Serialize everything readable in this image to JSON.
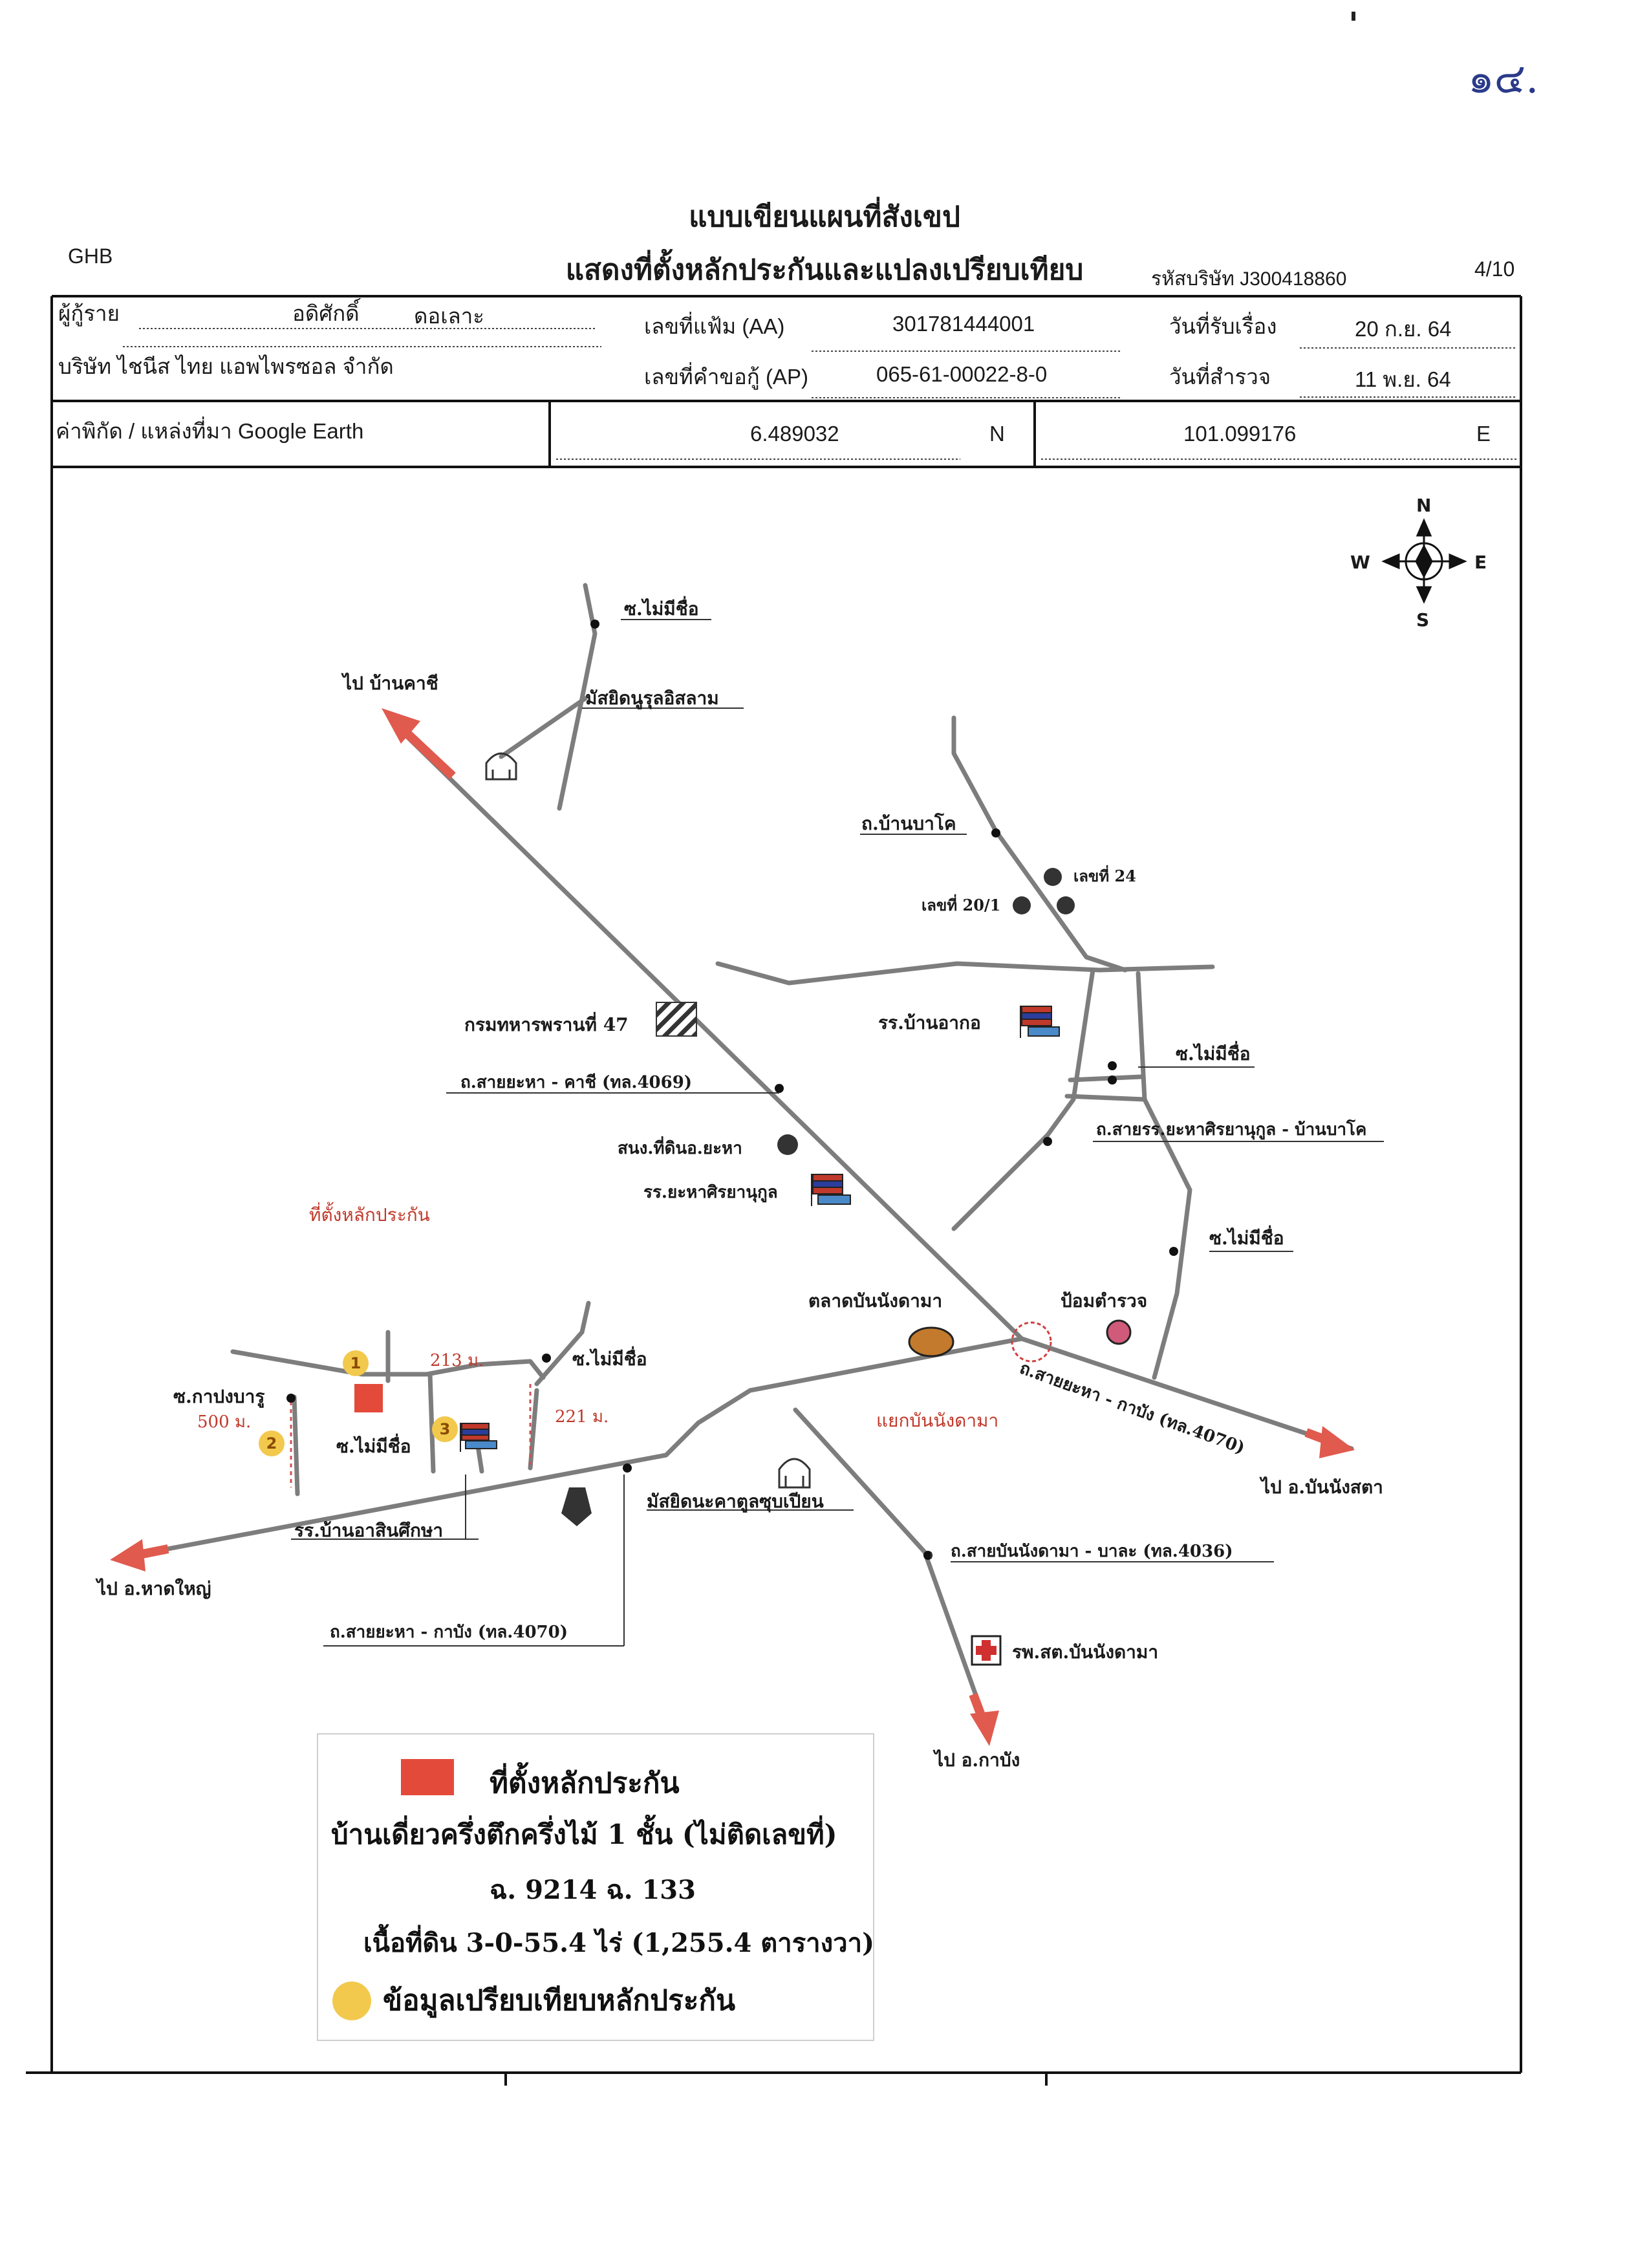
{
  "page_number": "๑๔.",
  "header": {
    "title_line1": "แบบเขียนแผนที่สังเขป",
    "title_line2": "แสดงที่ตั้งหลักประกันและแปลงเปรียบเทียบ",
    "ghb": "GHB",
    "company_code": "รหัสบริษัท J300418860",
    "page_count": "4/10"
  },
  "form": {
    "borrower_label": "ผู้กู้ราย",
    "borrower_first": "อดิศักดิ์",
    "borrower_last": "ดอเลาะ",
    "file_no_label": "เลขที่แฟ้ม (AA)",
    "file_no": "301781444001",
    "received_label": "วันที่รับเรื่อง",
    "received_date": "20 ก.ย. 64",
    "company": "บริษัท ไชนีส ไทย แอพไพรซอล จำกัด",
    "request_no_label": "เลขที่คำขอกู้ (AP)",
    "request_no": "065-61-00022-8-0",
    "survey_label": "วันที่สำรวจ",
    "survey_date": "11 พ.ย. 64",
    "coord_label": "ค่าพิกัด / แหล่งที่มา Google Earth",
    "lat": "6.489032",
    "lat_dir": "N",
    "lon": "101.099176",
    "lon_dir": "E"
  },
  "compass": {
    "n": "N",
    "s": "S",
    "e": "E",
    "w": "W"
  },
  "map_labels": {
    "unnamed_soi_top": "ซ.ไม่มีชื่อ",
    "to_ban_kha_si": "ไป บ้านคาชี",
    "mosque_nurul": "มัสยิดนูรุลอิสลาม",
    "ban_bako_road": "ถ.บ้านบาโค",
    "no_24": "เลขที่ 24",
    "no_20_1": "เลขที่ 20/1",
    "ranger_47": "กรมทหารพรานที่ 47",
    "school_ban_akor": "รร.บ้านอากอ",
    "unnamed_soi_2": "ซ.ไม่มีชื่อ",
    "road_4069": "ถ.สายยะหา - คาชี (ทล.4069)",
    "road_school_bako": "ถ.สายรร.ยะหาศิรยานุกูล - บ้านบาโค",
    "land_office": "สนง.ที่ดินอ.ยะหา",
    "school_yaha": "รร.ยะหาศิรยานุกูล",
    "collateral_location": "ที่ตั้งหลักประกัน",
    "unnamed_soi_3": "ซ.ไม่มีชื่อ",
    "market": "ตลาดบันนังดามา",
    "police_box": "ป้อมตำรวจ",
    "road_4070_east": "ถ.สายยะหา - กาบัง (ทล.4070)",
    "to_bannang_sata": "ไป อ.บันนังสตา",
    "junction": "แยกบันนังดามา",
    "dist_213": "213 ม.",
    "unnamed_soi_4": "ซ.ไม่มีชื่อ",
    "soi_kapongburu": "ซ.กาปงบารู",
    "dist_500": "500 ม.",
    "dist_221": "221 ม.",
    "unnamed_soi_5": "ซ.ไม่มีชื่อ",
    "marker1": "1",
    "marker2": "2",
    "marker3": "3",
    "mosque_kotabu": "มัสยิดนะคาตูลซุบเปียน",
    "school_ban_asin": "รร.บ้านอาสินศึกษา",
    "road_4036": "ถ.สายบันนังดามา - บาละ (ทล.4036)",
    "to_hat_yai": "ไป อ.หาดใหญ่",
    "road_4070_west": "ถ.สายยะหา - กาบัง (ทล.4070)",
    "hospital": "รพ.สต.บันนังดามา",
    "to_kabang": "ไป อ.กาบัง"
  },
  "legend": {
    "line1": "ที่ตั้งหลักประกัน",
    "line2": "บ้านเดี่ยวครึ่งตึกครึ่งไม้ 1 ชั้น (ไม่ติดเลขที่)",
    "line3": "ฉ. 9214   ฉ. 133",
    "line4": "เนื้อที่ดิน 3-0-55.4 ไร่ (1,255.4 ตารางวา)",
    "line5": "ข้อมูลเปรียบเทียบหลักประกัน"
  },
  "colors": {
    "collateral": "#e34a3a",
    "comparison": "#f2c94c",
    "road": "#8a8a8a",
    "arrow": "#e05a4e",
    "frame": "#111111"
  }
}
